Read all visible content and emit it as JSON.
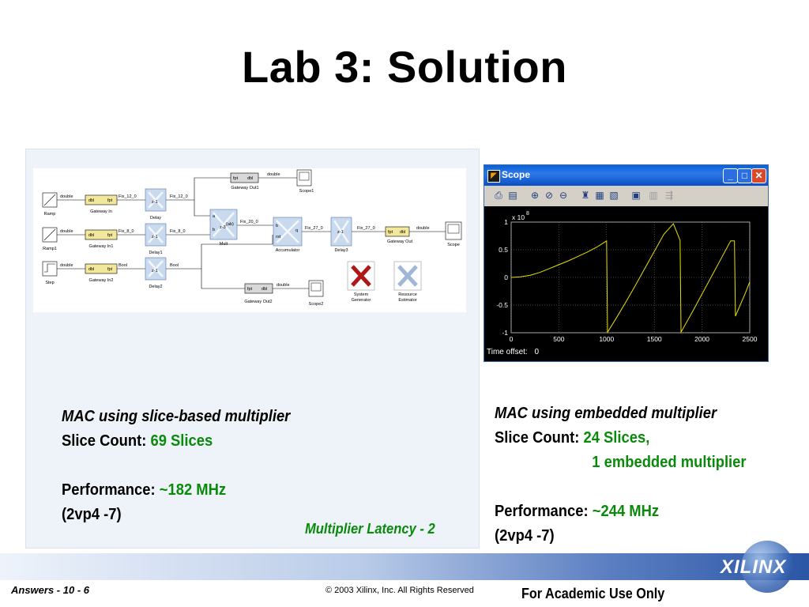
{
  "slide": {
    "title": "Lab 3: Solution"
  },
  "diagram": {
    "blocks": {
      "ramp": "Ramp",
      "ramp1": "Ramp1",
      "step": "Step",
      "gateway_in": "Gateway In",
      "gateway_in1": "Gateway In1",
      "gateway_in2": "Gateway In2",
      "delay": "Delay",
      "delay1": "Delay1",
      "delay2": "Delay2",
      "mult": "Mult",
      "accumulator": "Accumulator",
      "delay3": "Delay3",
      "gateway_out": "Gateway Out",
      "gateway_out1": "Gateway Out1",
      "gateway_out2": "Gateway Out2",
      "scope": "Scope",
      "scope1": "Scope1",
      "scope2": "Scope2",
      "system_generator_1": "System",
      "system_generator_2": "Generator",
      "resource_estimator_1": "Resource",
      "resource_estimator_2": "Estimator"
    },
    "signals": {
      "double": "double",
      "bool": "Bool",
      "fix_12_0": "Fix_12_0",
      "fix_8_0": "Fix_8_0",
      "fix_20_0": "Fix_20_0",
      "fix_27_0": "Fix_27_0",
      "dbl": "dbl",
      "fpt": "fpt",
      "z1": "z-1",
      "z3": "z-3",
      "a": "a",
      "b": "b",
      "ab": "(ab)",
      "q": "q",
      "rst": "rst"
    }
  },
  "left": {
    "heading": "MAC using slice-based multiplier",
    "slice_label": "Slice Count:",
    "slice_value": "69 Slices",
    "perf_label": "Performance:",
    "perf_value": "~182 MHz",
    "device": "(2vp4 -7)",
    "latency_note": "Multiplier Latency - 2"
  },
  "right": {
    "heading": "MAC using embedded multiplier",
    "slice_label": "Slice Count:",
    "slice_value_1": "24 Slices,",
    "slice_value_2": "1 embedded multiplier",
    "perf_label": "Performance:",
    "perf_value": "~244 MHz",
    "device": "(2vp4 -7)"
  },
  "scope_window": {
    "title": "Scope",
    "time_offset_label": "Time offset:",
    "time_offset_value": "0",
    "icons": [
      "print-icon",
      "params-icon",
      "zoom-icon",
      "zoom-x-icon",
      "zoom-y-icon",
      "autoscale-icon",
      "save-axes-icon",
      "restore-axes-icon",
      "floating-scope-icon",
      "lock-icon",
      "signal-select-icon"
    ],
    "trace_color": "#e8e000",
    "background": "#000000"
  },
  "chart_data": {
    "type": "line",
    "title": "",
    "xlabel": "",
    "ylabel": "",
    "y_multiplier": "x 10",
    "y_exponent": "8",
    "xlim": [
      0,
      2500
    ],
    "ylim": [
      -1,
      1
    ],
    "x_ticks": [
      "0",
      "500",
      "1000",
      "1500",
      "2000",
      "2500"
    ],
    "y_ticks": [
      "1",
      "0.5",
      "0",
      "-0.5",
      "-1"
    ],
    "grid": true,
    "series": [
      {
        "x": [
          0,
          100,
          200,
          300,
          400,
          500,
          600,
          700,
          800,
          900,
          1000,
          1010,
          1100,
          1200,
          1300,
          1400,
          1500,
          1600,
          1700,
          1770,
          1780,
          1900,
          2000,
          2100,
          2200,
          2300,
          2340,
          2350,
          2450,
          2500
        ],
        "y": [
          0,
          0.01,
          0.04,
          0.09,
          0.16,
          0.23,
          0.3,
          0.38,
          0.46,
          0.55,
          0.66,
          -0.99,
          -0.74,
          -0.45,
          -0.15,
          0.16,
          0.47,
          0.78,
          0.97,
          0.67,
          -0.99,
          -0.62,
          -0.3,
          0.02,
          0.34,
          0.66,
          0.66,
          -0.7,
          -0.3,
          -0.08
        ]
      }
    ]
  },
  "footer": {
    "left": "Answers  -  10 - 6",
    "middle": "© 2003 Xilinx, Inc. All Rights Reserved",
    "right": "For Academic Use Only",
    "logo": "XILINX"
  }
}
